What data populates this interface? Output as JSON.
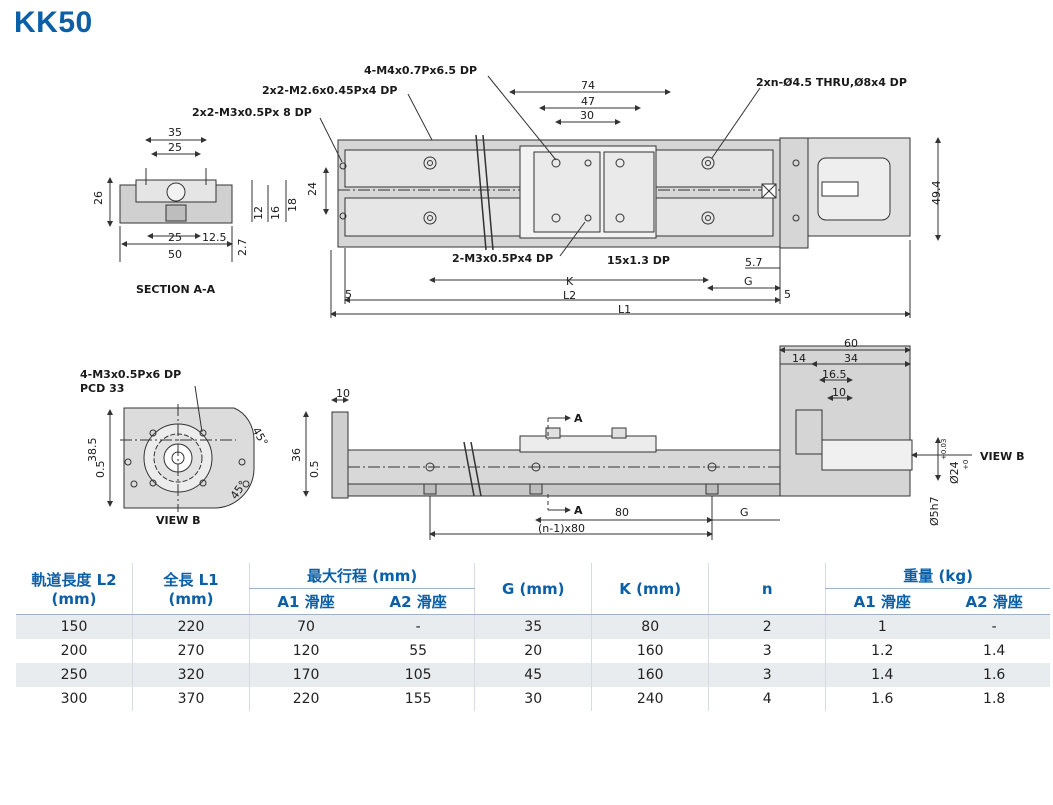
{
  "title": "KK50",
  "colors": {
    "brand": "#0a5fa6",
    "body": "#c9c9c9",
    "line": "#333333"
  },
  "top_view": {
    "callouts": [
      "4-M4x0.7Px6.5 DP",
      "2x2-M2.6x0.45Px4 DP",
      "2x2-M3x0.5Px 8 DP",
      "2xn-Ø4.5 THRU,Ø8x4 DP",
      "2-M3x0.5Px4 DP",
      "15x1.3 DP"
    ],
    "dims": [
      "74",
      "47",
      "30",
      "49.4",
      "5.7",
      "K",
      "G",
      "L2",
      "L1",
      "5",
      "5",
      "24"
    ]
  },
  "section_view": {
    "caption": "SECTION A-A",
    "dims": [
      "35",
      "25",
      "26",
      "25",
      "12.5",
      "50",
      "12",
      "16",
      "18",
      "2.7"
    ]
  },
  "view_b": {
    "caption": "VIEW B",
    "callouts": [
      "4-M3x0.5Px6 DP",
      "PCD 33"
    ],
    "dims": [
      "38.5",
      "0.5",
      "45°",
      "45°"
    ]
  },
  "side_view": {
    "dims": [
      "10",
      "36",
      "0.5",
      "80",
      "G",
      "(n-1)x80",
      "60",
      "14",
      "34",
      "16.5",
      "10",
      "Ø24",
      "+0.03",
      "+0",
      "Ø5h7"
    ],
    "labels": [
      "A",
      "A",
      "VIEW B"
    ]
  },
  "table": {
    "headers": {
      "l2": "軌道長度 L2",
      "l2_unit": "(mm)",
      "l1": "全長 L1",
      "l1_unit": "(mm)",
      "stroke": "最大行程 (mm)",
      "a1": "A1 滑座",
      "a2": "A2 滑座",
      "g": "G (mm)",
      "k": "K (mm)",
      "n": "n",
      "weight": "重量 (kg)",
      "wa1": "A1 滑座",
      "wa2": "A2 滑座"
    },
    "rows": [
      [
        "150",
        "220",
        "70",
        "-",
        "35",
        "80",
        "2",
        "1",
        "-"
      ],
      [
        "200",
        "270",
        "120",
        "55",
        "20",
        "160",
        "3",
        "1.2",
        "1.4"
      ],
      [
        "250",
        "320",
        "170",
        "105",
        "45",
        "160",
        "3",
        "1.4",
        "1.6"
      ],
      [
        "300",
        "370",
        "220",
        "155",
        "30",
        "240",
        "4",
        "1.6",
        "1.8"
      ]
    ]
  }
}
